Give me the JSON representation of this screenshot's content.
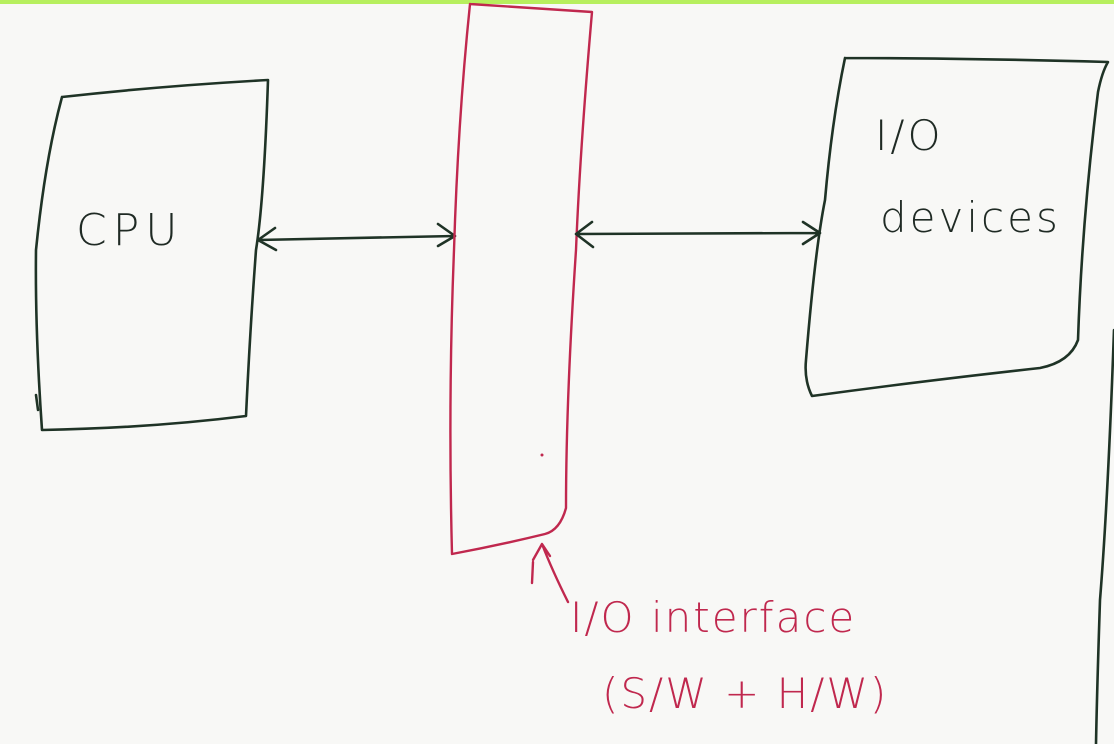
{
  "colors": {
    "ink_dark": "#1f3326",
    "ink_red": "#c0284e",
    "board": "#f8f8f6",
    "top_strip": "#b7ef5e"
  },
  "cpu": {
    "label": "CPU"
  },
  "io_devices": {
    "line1": "I/O",
    "line2": "devices"
  },
  "io_interface": {
    "line1": "I/O interface",
    "line2": "(S/W + H/W)"
  }
}
